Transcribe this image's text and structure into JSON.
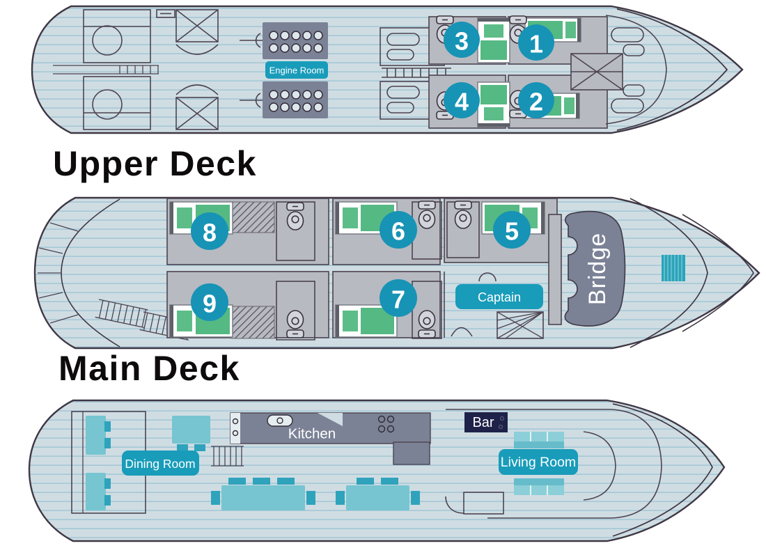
{
  "titles": {
    "upper_deck": "Upper Deck",
    "main_deck": "Main Deck"
  },
  "labels": {
    "engine_room": "Engine Room",
    "captain": "Captain",
    "bridge": "Bridge",
    "kitchen": "Kitchen",
    "bar": "Bar",
    "dining_room": "Dining Room",
    "living_room": "Living Room"
  },
  "cabin_badges": {
    "lower_deck": {
      "c1": "1",
      "c2": "2",
      "c3": "3",
      "c4": "4"
    },
    "upper_deck": {
      "c5": "5",
      "c6": "6",
      "c7": "7",
      "c8": "8",
      "c9": "9"
    }
  },
  "colors": {
    "hull_fill": "#cfdde3",
    "hull_stripe": "#a2c6d5",
    "hull_outline": "#3f3744",
    "cabin_floor": "#b7bac1",
    "wall_line": "#4c4350",
    "slate_gray": "#7b8296",
    "bed_green": "#55b983",
    "pillow_green": "#5cbd88",
    "badge_teal": "#1793b5",
    "label_teal": "#189cba",
    "bar_navy": "#1e2148",
    "furniture_teal": "#76c5d1",
    "furniture_teal_dark": "#2fa3bc",
    "title_text": "#0d0b0c"
  }
}
